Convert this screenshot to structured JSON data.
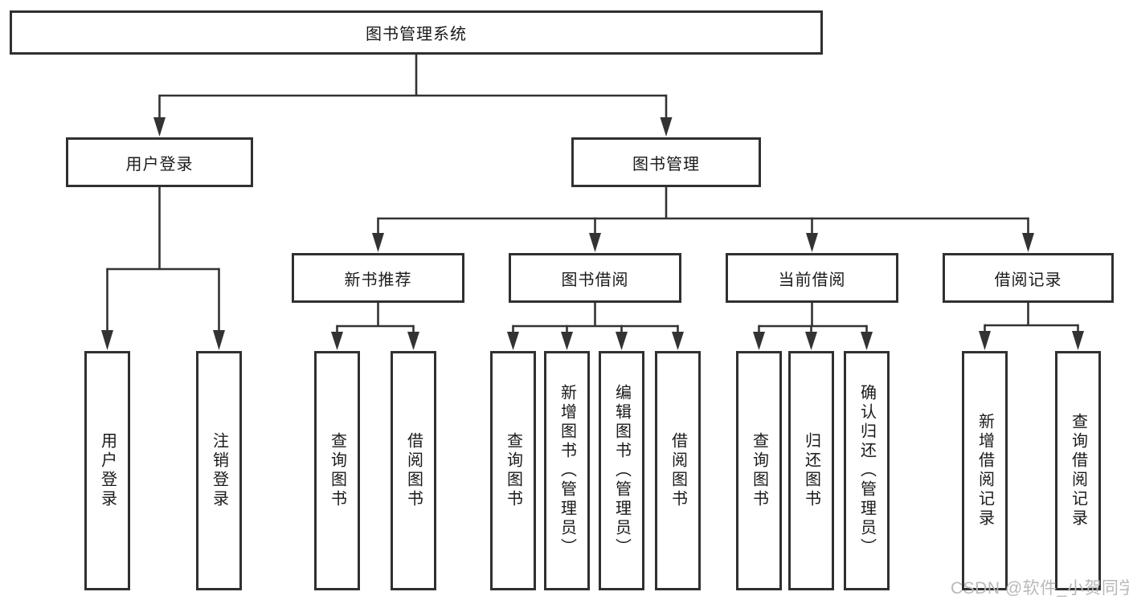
{
  "diagram": {
    "root": "图书管理系统",
    "level2": [
      "用户登录",
      "图书管理"
    ],
    "level3": [
      "新书推荐",
      "图书借阅",
      "当前借阅",
      "借阅记录"
    ],
    "leaves": {
      "login": [
        "用户登录",
        "注销登录"
      ],
      "recommend": [
        "查询图书",
        "借阅图书"
      ],
      "borrow": [
        "查询图书",
        "新增图书（管理员）",
        "编辑图书（管理员）",
        "借阅图书"
      ],
      "current": [
        "查询图书",
        "归还图书",
        "确认归还（管理员）"
      ],
      "records": [
        "新增借阅记录",
        "查询借阅记录"
      ]
    }
  },
  "watermark": "CSDN @软件_小贺同学",
  "colors": {
    "line": "#333333",
    "box_border": "#303030",
    "text": "#1a1a1a",
    "background": "#ffffff",
    "watermark": "#b9b9b9"
  }
}
